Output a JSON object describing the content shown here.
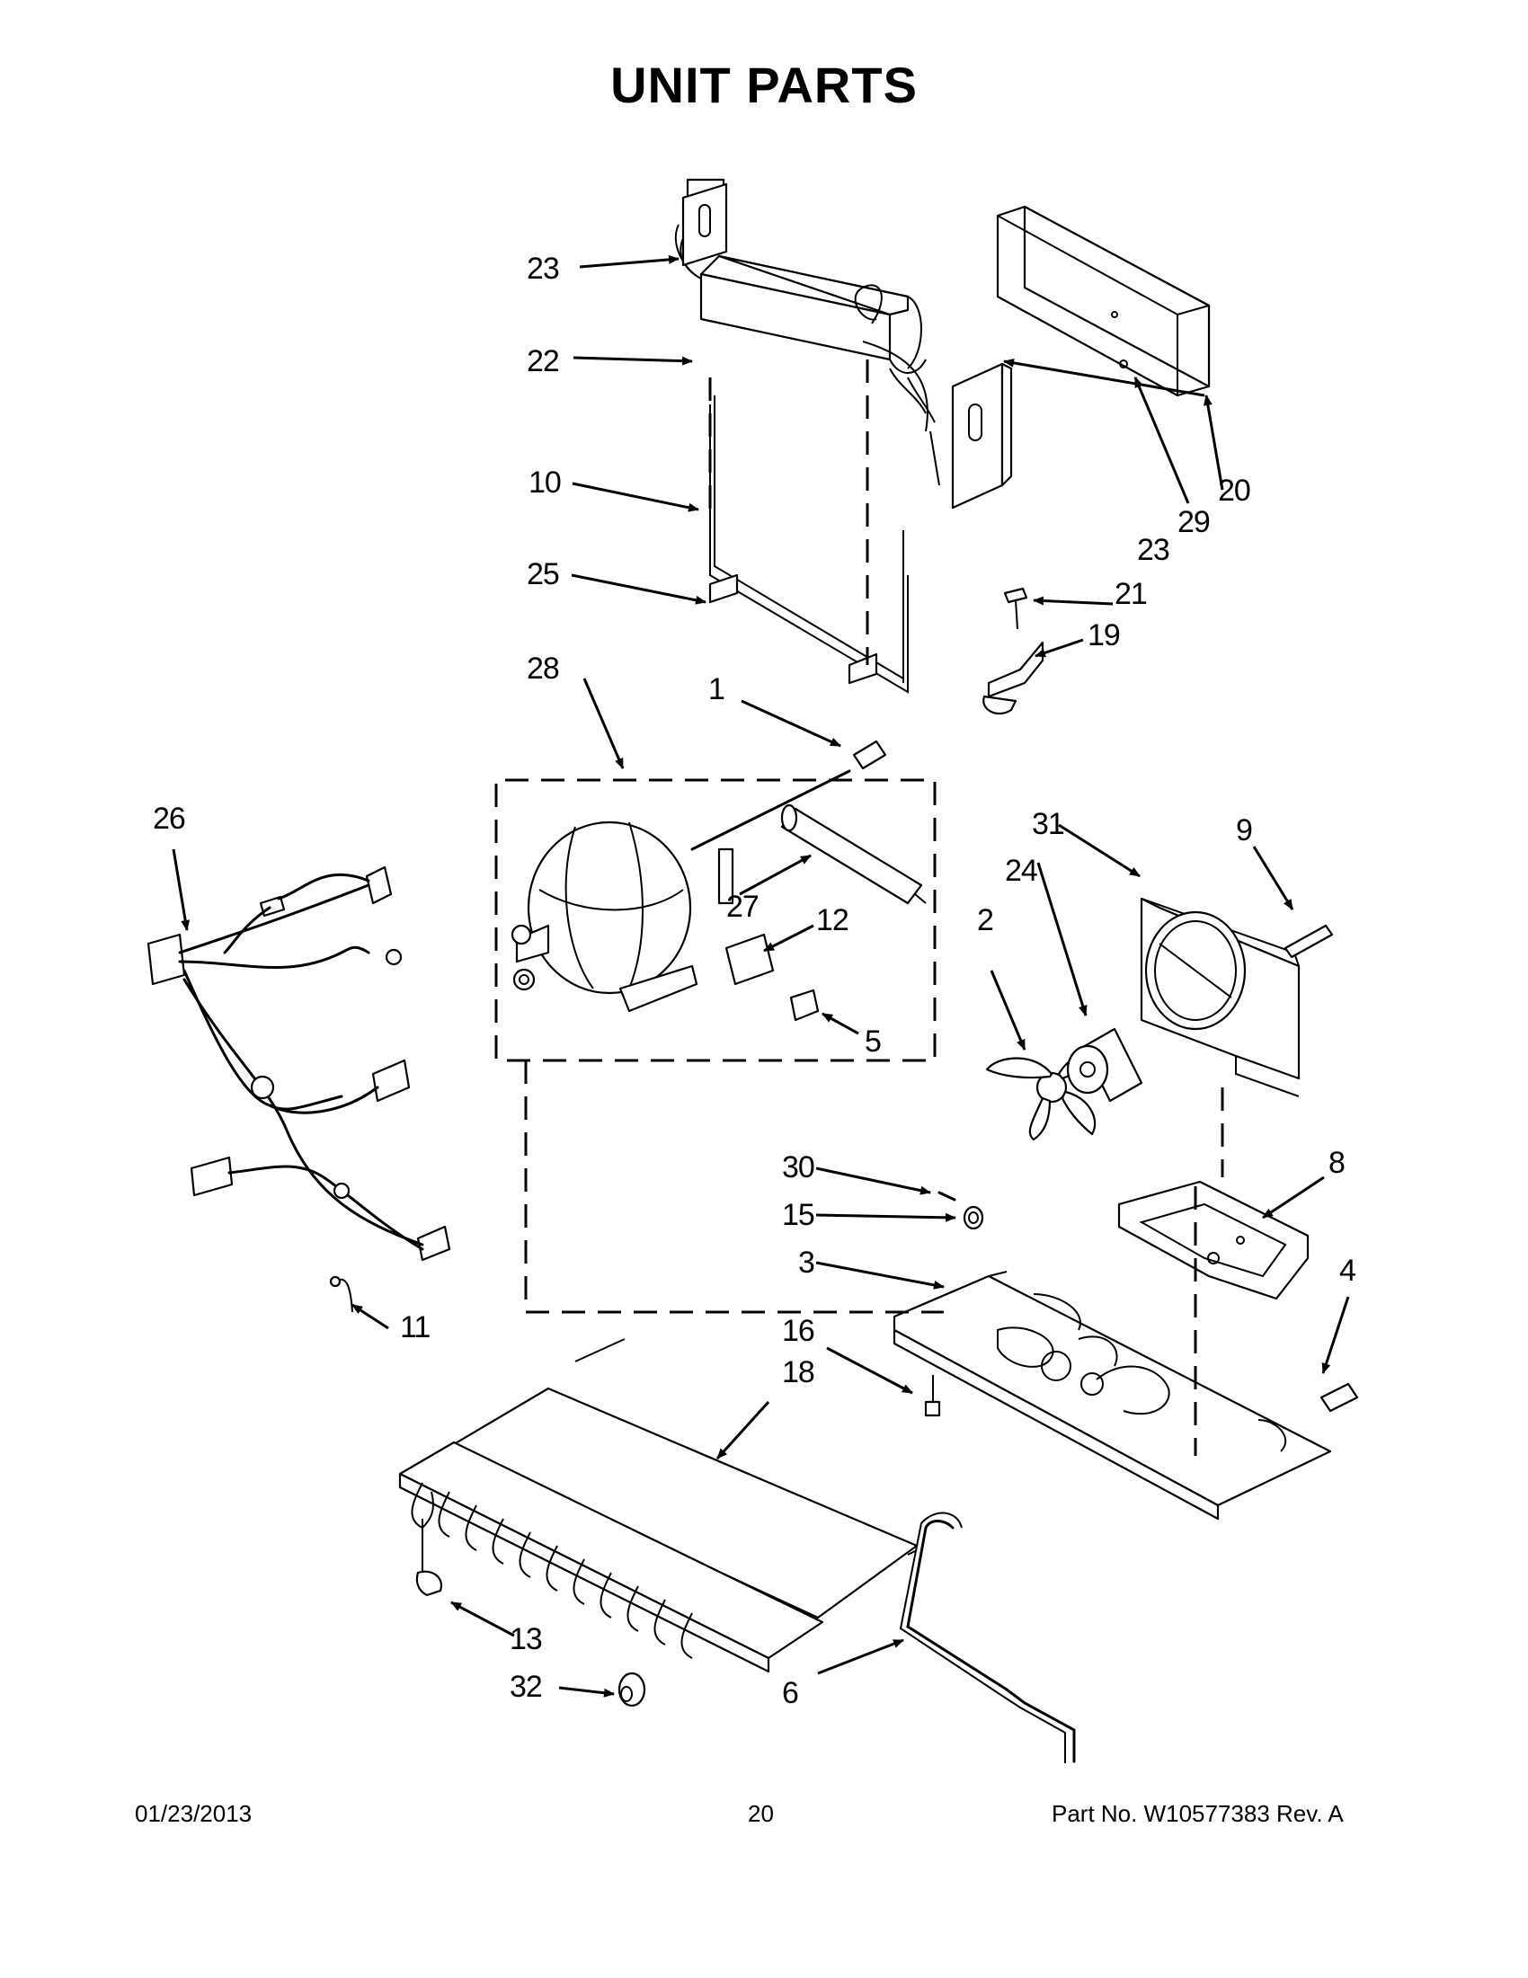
{
  "title": "UNIT PARTS",
  "footer": {
    "date": "01/23/2013",
    "page": "20",
    "part_number": "Part No.  W10577383  Rev.  A"
  },
  "callouts": {
    "c1": "1",
    "c2": "2",
    "c3": "3",
    "c4": "4",
    "c5": "5",
    "c6": "6",
    "c8": "8",
    "c9": "9",
    "c10": "10",
    "c11": "11",
    "c12": "12",
    "c13": "13",
    "c15": "15",
    "c16": "16",
    "c18": "18",
    "c19": "19",
    "c20": "20",
    "c21": "21",
    "c22": "22",
    "c23a": "23",
    "c23b": "23",
    "c24": "24",
    "c25": "25",
    "c26": "26",
    "c27": "27",
    "c28": "28",
    "c29": "29",
    "c30": "30",
    "c31": "31",
    "c32": "32"
  }
}
